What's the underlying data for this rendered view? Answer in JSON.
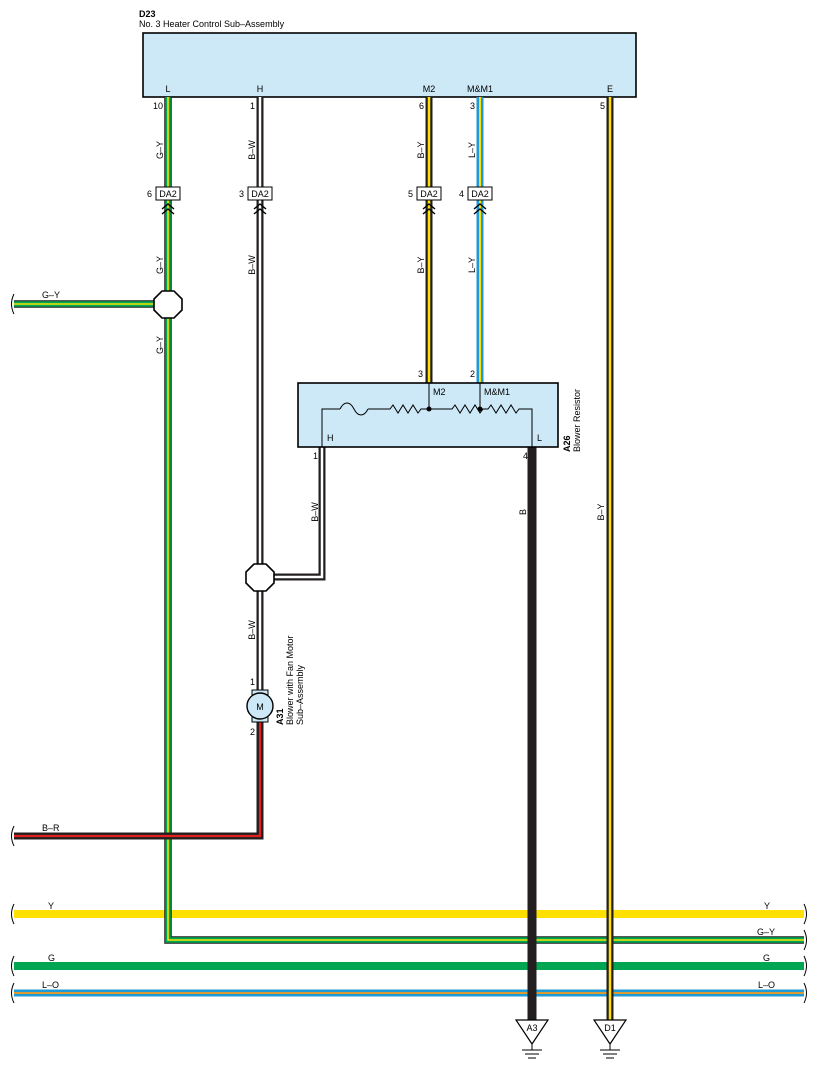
{
  "header": {
    "code": "D23",
    "title": "No.  3 Heater Control Sub–Assembly",
    "pins": [
      {
        "name": "L",
        "num": "10",
        "wire": "G–Y"
      },
      {
        "name": "H",
        "num": "1",
        "wire": "B–W"
      },
      {
        "name": "M2",
        "num": "6",
        "wire": "B–Y"
      },
      {
        "name": "M&M1",
        "num": "3",
        "wire": "L–Y"
      },
      {
        "name": "E",
        "num": "5",
        "wire": "B–Y"
      }
    ]
  },
  "connectors": [
    {
      "pin": "6",
      "code": "DA2"
    },
    {
      "pin": "3",
      "code": "DA2"
    },
    {
      "pin": "5",
      "code": "DA2"
    },
    {
      "pin": "4",
      "code": "DA2"
    }
  ],
  "resistor": {
    "code": "A26",
    "name": "Blower Resistor",
    "term_h": "H",
    "term_l": "L",
    "term_m2": "M2",
    "term_mm1": "M&M1",
    "pin_h": "1",
    "pin_l": "4",
    "pin_m2": "3",
    "pin_mm1": "2"
  },
  "motor": {
    "code": "A31",
    "name_line1": "Blower with Fan Motor",
    "name_line2": "Sub–Assembly",
    "symbol": "M",
    "pin_top": "1",
    "pin_bottom": "2"
  },
  "wires": {
    "gy_mid": "G–Y",
    "gy_low": "G–Y",
    "gy_left": "G–Y",
    "bw_mid": "B–W",
    "bw_branch": "B–W",
    "bw_low": "B–W",
    "by_mid": "B–Y",
    "ly_mid": "L–Y",
    "b_ground": "B",
    "by_ground": "B–Y",
    "br": "B–R"
  },
  "buses": [
    {
      "label_left": "Y",
      "label_right": "Y"
    },
    {
      "label_right": "G–Y"
    },
    {
      "label_left": "G",
      "label_right": "G"
    },
    {
      "label_left": "L–O",
      "label_right": "L–O"
    }
  ],
  "grounds": [
    {
      "code": "A3"
    },
    {
      "code": "D1"
    }
  ],
  "colors": {
    "box_fill": "#cde9f7",
    "yellow": "#ffe000",
    "green": "#00a651",
    "blue": "#1e9ad6",
    "red": "#e0201c",
    "black": "#231f20"
  }
}
